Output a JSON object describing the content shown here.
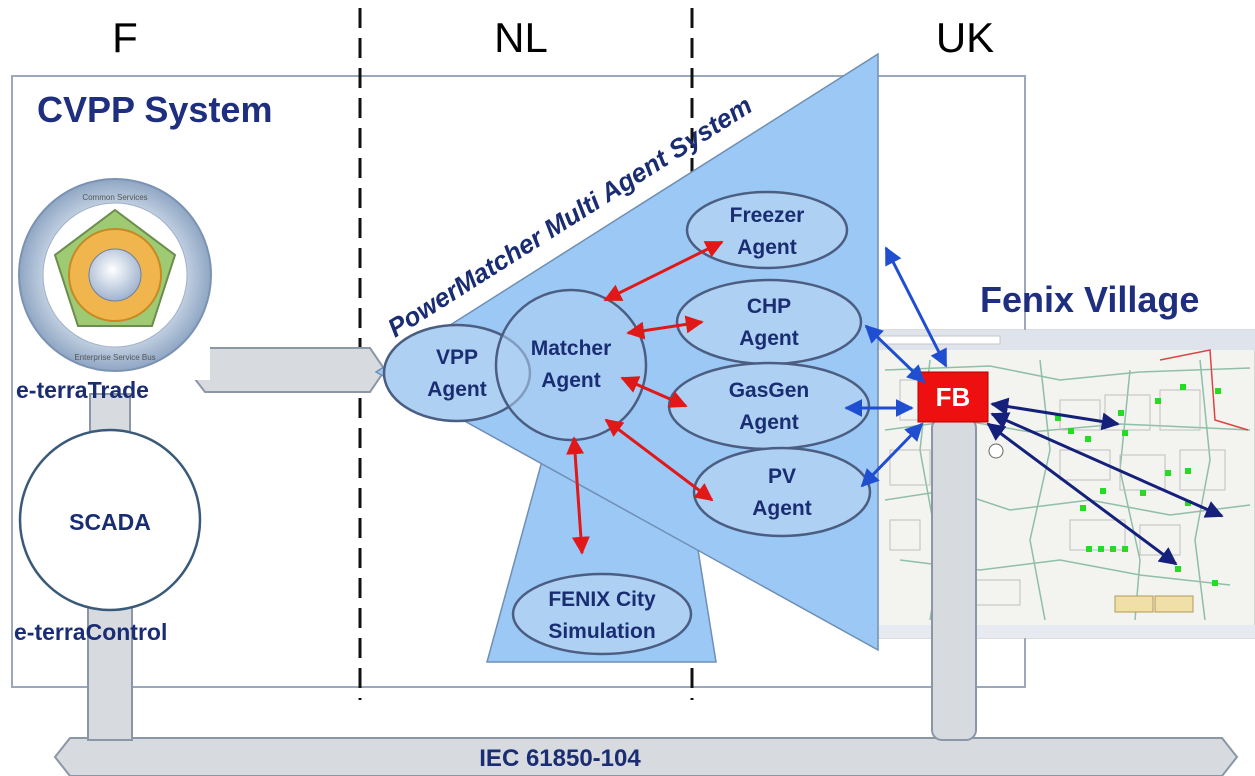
{
  "countries": {
    "left": "F",
    "middle": "NL",
    "right": "UK"
  },
  "cvpp": {
    "title": "CVPP System",
    "trade_label": "e-terraTrade",
    "scada_label": "SCADA",
    "control_label": "e-terraControl"
  },
  "mas": {
    "title": "PowerMatcher Multi Agent System",
    "agents": {
      "vpp": [
        "VPP",
        "Agent"
      ],
      "matcher": [
        "Matcher",
        "Agent"
      ],
      "freezer": [
        "Freezer",
        "Agent"
      ],
      "chp": [
        "CHP",
        "Agent"
      ],
      "gasgen": [
        "GasGen",
        "Agent"
      ],
      "pv": [
        "PV",
        "Agent"
      ],
      "city": [
        "FENIX City",
        "Simulation"
      ]
    }
  },
  "village": {
    "title": "Fenix Village",
    "fb_label": "FB"
  },
  "bus": {
    "label": "IEC 61850-104"
  },
  "colors": {
    "agent_fill": "#aed0f2",
    "mas_fill": "#98c7f5",
    "title_blue": "#1f2f80",
    "arrow_red": "#e01818",
    "arrow_blue": "#1f4fd0",
    "fb_red": "#ee1010"
  }
}
